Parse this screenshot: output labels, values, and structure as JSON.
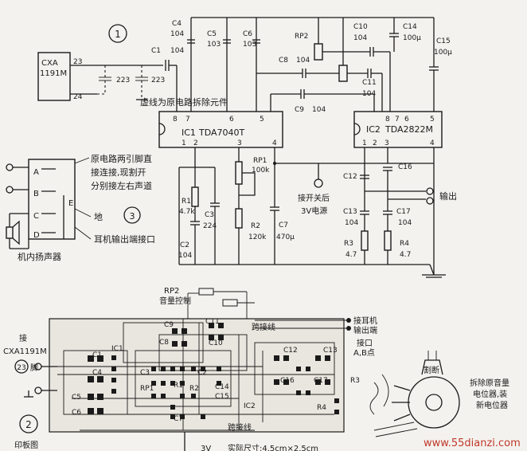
{
  "markers": {
    "fig1": "1",
    "fig2": "2",
    "fig3": "3"
  },
  "ics": {
    "cxa": {
      "name": "CXA",
      "part": "1191M",
      "pin_top": "23",
      "pin_bottom": "24"
    },
    "ic1": {
      "label": "IC1",
      "part": "TDA7040T",
      "pins_top": [
        "8",
        "7",
        "6",
        "5"
      ],
      "pins_bottom": [
        "1",
        "2",
        "3",
        "4"
      ]
    },
    "ic2": {
      "label": "IC2",
      "part": "TDA2822M",
      "pins_top": [
        "8",
        "7",
        "6",
        "5"
      ],
      "pins_bottom": [
        "1",
        "2",
        "3",
        "4"
      ]
    }
  },
  "components": {
    "c1": {
      "name": "C1",
      "value": "104"
    },
    "c223a": {
      "value": "223"
    },
    "c223b": {
      "value": "223"
    },
    "c4": {
      "name": "C4",
      "value": "104"
    },
    "c5": {
      "name": "C5",
      "value": "103"
    },
    "c6": {
      "name": "C6",
      "value": "103"
    },
    "rp2": {
      "name": "RP2"
    },
    "c8": {
      "name": "C8",
      "value": "104"
    },
    "c9": {
      "name": "C9",
      "value": "104"
    },
    "c10": {
      "name": "C10",
      "value": "104"
    },
    "c11": {
      "name": "C11",
      "value": "104"
    },
    "c14": {
      "name": "C14",
      "value": "100μ"
    },
    "c15": {
      "name": "C15",
      "value": "100μ"
    },
    "rp1": {
      "name": "RP1",
      "value": "100k"
    },
    "r1": {
      "name": "R1",
      "value": "4.7k"
    },
    "c3": {
      "name": "C3",
      "value": "224"
    },
    "c2": {
      "name": "C2",
      "value": "104"
    },
    "r2": {
      "name": "R2",
      "value": "120k"
    },
    "c7": {
      "name": "C7",
      "value": "470μ"
    },
    "c12": {
      "name": "C12"
    },
    "c16": {
      "name": "C16"
    },
    "c13": {
      "name": "C13",
      "value": "104"
    },
    "c17": {
      "name": "C17",
      "value": "104"
    },
    "r3": {
      "name": "R3",
      "value": "4.7"
    },
    "r4": {
      "name": "R4",
      "value": "4.7"
    }
  },
  "notes": {
    "dashed_removed": "虚线为原电路拆除元件",
    "power": "接开关后",
    "power2": "3V电源",
    "output": "输出",
    "original_line1": "原电路两引脚直",
    "original_line2": "接连接,现割开",
    "original_line3": "分别接左右声道",
    "ground": "地",
    "earphone": "耳机输出端接口",
    "speaker": "机内扬声器"
  },
  "jack": {
    "a": "A",
    "b": "B",
    "c": "C",
    "d": "D",
    "e": "E"
  },
  "pcb": {
    "rp2_label": "RP2",
    "rp2_desc": "音量控制",
    "jump1": "跨接线",
    "jump2": "跨接线",
    "connect": "接",
    "cxa_chip": "CXA1191M",
    "pin": "23",
    "pin_suffix": "脚",
    "earphone": "接耳机",
    "out_end": "输出端",
    "jack_port": "接口",
    "ab_point": "A,B点",
    "cut": "割断",
    "remove_line1": "拆除原音量",
    "remove_line2": "电位器,装",
    "remove_line3": "新电位器",
    "labels": [
      "C9",
      "C11",
      "C10",
      "C8",
      "IC1",
      "C1",
      "C4",
      "C5",
      "C6",
      "C3",
      "C2",
      "RP1",
      "R2",
      "R1",
      "C7",
      "C12",
      "C13",
      "C16",
      "C17",
      "R3",
      "R4",
      "IC2",
      "C14",
      "C15"
    ],
    "supply": "3V",
    "size": "实际尺寸:4.5cm×2.5cm",
    "caption": "印板图"
  },
  "watermark": "www.55dianzi.com"
}
